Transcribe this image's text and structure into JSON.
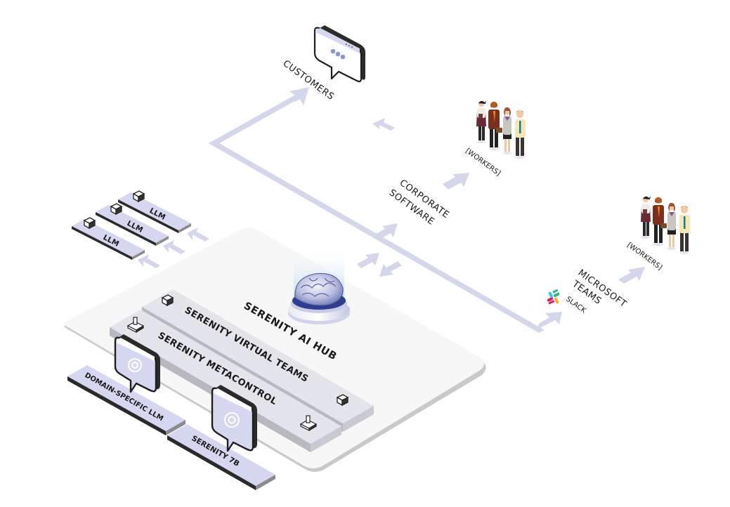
{
  "diagram": {
    "nodes": {
      "customers": {
        "label": "CUSTOMERS",
        "icon": "chat-bubble-icon"
      },
      "corporate_software": {
        "label_line1": "CORPORATE",
        "label_line2": "SOFTWARE"
      },
      "workers_top": {
        "label": "[WORKERS]",
        "icon": "people-group-icon"
      },
      "microsoft_teams": {
        "label_line1": "MICROSOFT",
        "label_line2": "TEAMS",
        "sub_label": "SLACK",
        "icon": "slack-logo-icon"
      },
      "workers_right": {
        "label": "[WORKERS]",
        "icon": "people-group-icon"
      },
      "llm_stack": [
        {
          "label": "LLM",
          "icon": "cube-icon"
        },
        {
          "label": "LLM",
          "icon": "cube-icon"
        },
        {
          "label": "LLM",
          "icon": "cube-icon"
        }
      ],
      "ai_hub": {
        "label": "SERENITY AI HUB",
        "icon": "brain-icon"
      },
      "virtual_teams": {
        "label": "SERENITY VIRTUAL TEAMS",
        "icon": "cube-icon"
      },
      "metacontrol": {
        "label": "SERENITY METACONTROL",
        "icon": "joystick-icon"
      },
      "domain_llm": {
        "label": "DOMAIN-SPECIFIC LLM",
        "icon": "gear-bubble-icon"
      },
      "serenity_7b": {
        "label": "SERENITY 7B",
        "icon": "gear-bubble-icon"
      }
    },
    "colors": {
      "arrow": "#d4d6ec",
      "platform": "#f7f7f7",
      "platform_edge": "#c9c9c9",
      "bar": "#e4e5ea",
      "bar_side": "#b8b9c0",
      "tile": "#d5d7f0",
      "tile_side": "#222222",
      "text": "#1a1a1a",
      "brain": "#3d4c9a",
      "glow": "#cfe6fb"
    }
  }
}
